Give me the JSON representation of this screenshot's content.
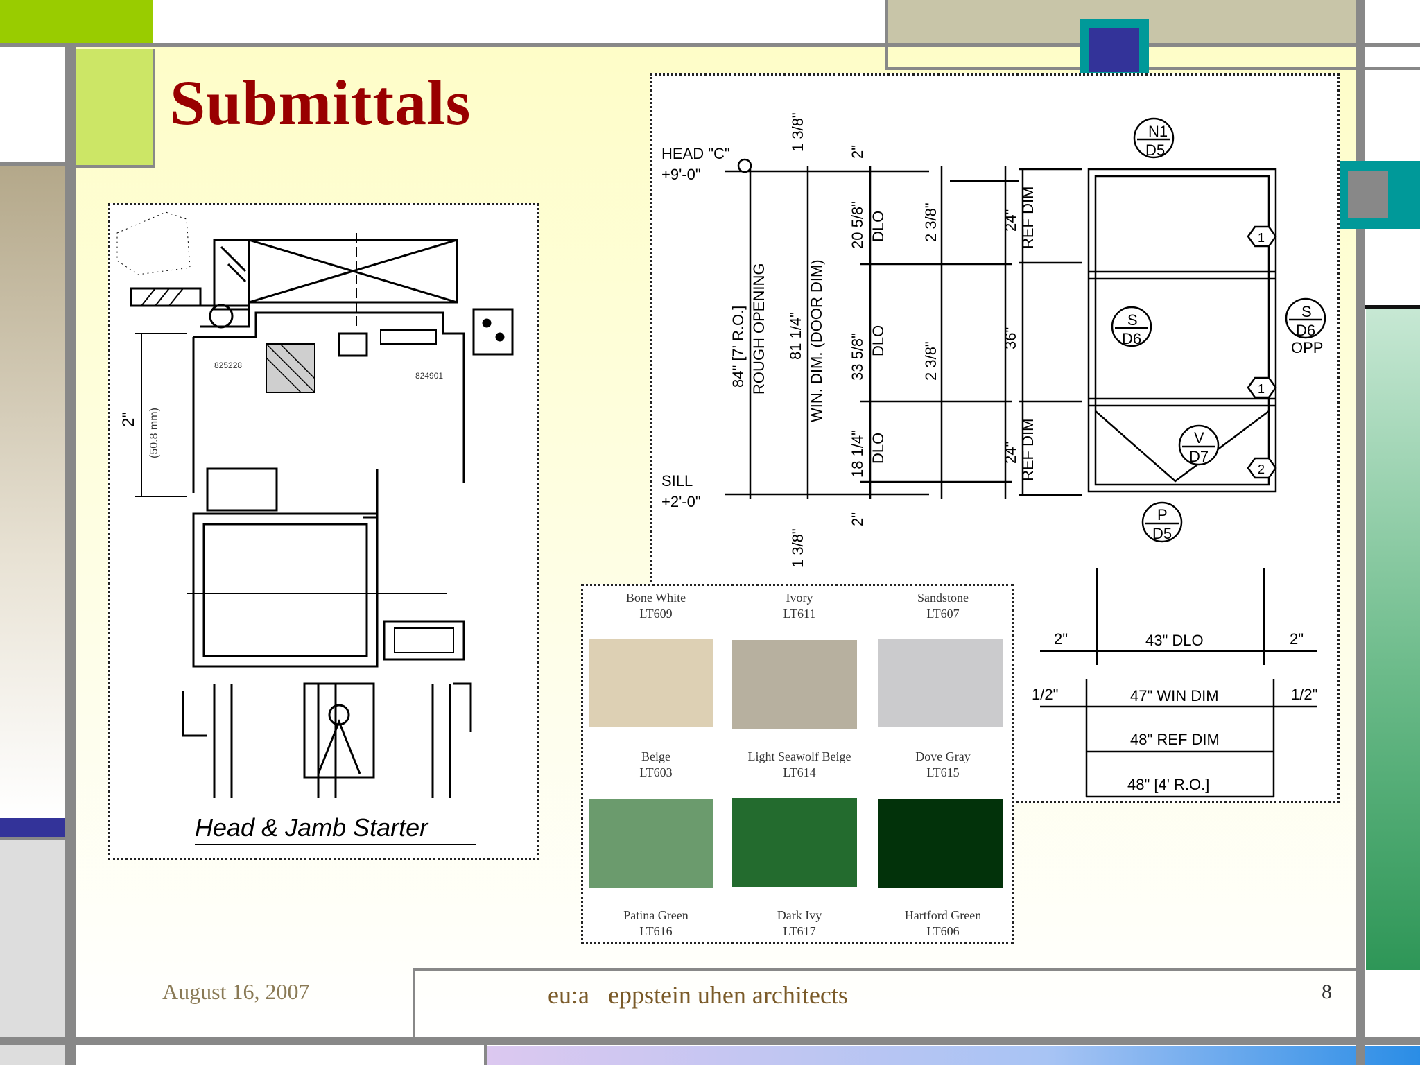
{
  "slide": {
    "title": "Submittals",
    "colors": {
      "title": "#990000",
      "accent_green": "#99cc00",
      "accent_blue": "#333399",
      "teal": "#009999",
      "frame_gray": "#888888"
    }
  },
  "detail_panel": {
    "caption": "Head & Jamb Starter",
    "part_numbers": [
      "825228",
      "824901"
    ],
    "dimension": "2\"",
    "dimension_metric": "(50.8 mm)"
  },
  "elevation_panel": {
    "head_label": "HEAD \"C\"",
    "head_elev": "+9'-0\"",
    "sill_label": "SILL",
    "sill_elev": "+2'-0\"",
    "rough_opening_1": "84\" [7' R.O.]",
    "rough_opening_2": "ROUGH OPENING",
    "win_dim_v": "81 1/4\"",
    "win_dim_v_label": "WIN. DIM. (DOOR DIM)",
    "top_dim": "1 3/8\"",
    "bottom_dim": "1 3/8\"",
    "two_in_top": "2\"",
    "two_in_bottom": "2\"",
    "dlo_1": "20 5/8\"",
    "dlo_2": "33 5/8\"",
    "dlo_3": "18 1/4\"",
    "dlo": "DLO",
    "dim_238_a": "2 3/8\"",
    "dim_238_b": "2 3/8\"",
    "ref_24_top": "24\"",
    "ref_36": "36\"",
    "ref_24_bottom": "24\"",
    "ref_dim": "REF DIM",
    "tag_n1": "N1",
    "tag_d5": "D5",
    "tag_s": "S",
    "tag_d6": "D6",
    "tag_opp": "OPP",
    "tag_v": "V",
    "tag_d7": "D7",
    "tag_p": "P",
    "hex_1": "1",
    "hex_2": "2",
    "h_2in": "2\"",
    "h_43_dlo": "43\" DLO",
    "h_half": "1/2\"",
    "h_47": "47\" WIN DIM",
    "h_48_ref": "48\" REF DIM",
    "h_48_ro": "48\" [4' R.O.]"
  },
  "color_chart": {
    "swatches": [
      {
        "name": "Bone White",
        "code": "LT609",
        "color": "#ddd0b4"
      },
      {
        "name": "Ivory",
        "code": "LT611",
        "color": "#b7b09f"
      },
      {
        "name": "Sandstone",
        "code": "LT607",
        "color": "#cbcbcd"
      },
      {
        "name": "Beige",
        "code": "LT603",
        "color": "#6b9b6d"
      },
      {
        "name": "Light Seawolf Beige",
        "code": "LT614",
        "color": "#236b2e"
      },
      {
        "name": "Dove Gray",
        "code": "LT615",
        "color": "#02320a"
      },
      {
        "name": "Patina Green",
        "code": "LT616",
        "color": ""
      },
      {
        "name": "Dark Ivy",
        "code": "LT617",
        "color": ""
      },
      {
        "name": "Hartford Green",
        "code": "LT606",
        "color": ""
      }
    ]
  },
  "footer": {
    "date": "August 16, 2007",
    "firm": "eu:a   eppstein uhen architects",
    "page": "8"
  }
}
